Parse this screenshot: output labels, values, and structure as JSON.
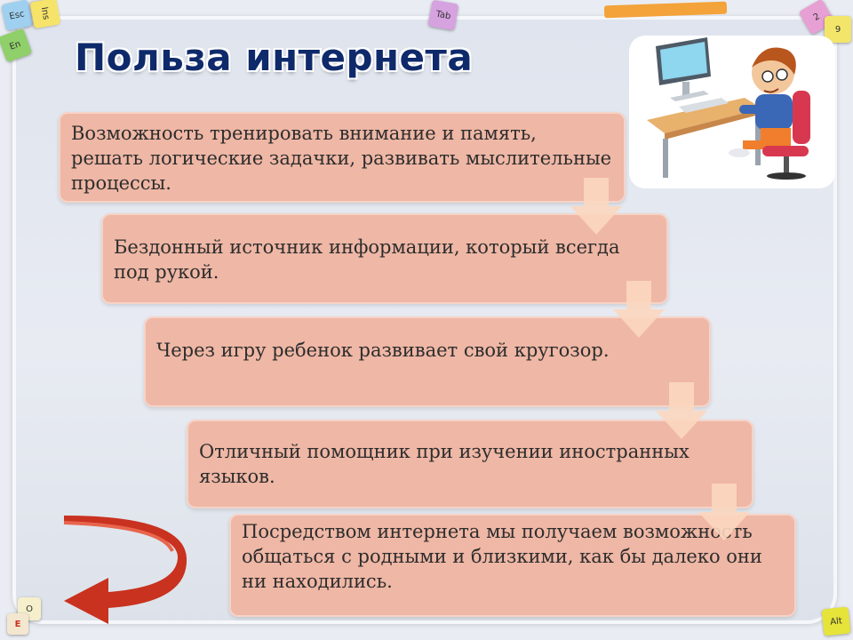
{
  "title": "Польза интернета",
  "items": [
    "Возможность тренировать внимание и память, решать логические задачки, развивать мыслительные процессы.",
    "Бездонный источник информации, который всегда под рукой.",
    "Через игру ребенок развивает свой кругозор.",
    "Отличный помощник при изучении иностранных языков.",
    "Посредством интернета мы получаем возможность общаться с родными и близкими, как бы далеко они ни находились."
  ],
  "keys": {
    "esc": "Esc",
    "ins": "Ins",
    "en": "En",
    "tab": "Tab",
    "two": "2",
    "nine": "9",
    "o": "O",
    "e": "E",
    "alt": "Alt"
  },
  "colors": {
    "box_fill": "#efb7a5",
    "arrow_fill": "#fbd7bf",
    "title": "#0f2a6b",
    "loop_arrow": "#c9321f"
  },
  "icons": [
    "computer-boy-illustration",
    "down-arrow-icon",
    "loop-back-arrow-icon",
    "keyboard-key-icon"
  ]
}
